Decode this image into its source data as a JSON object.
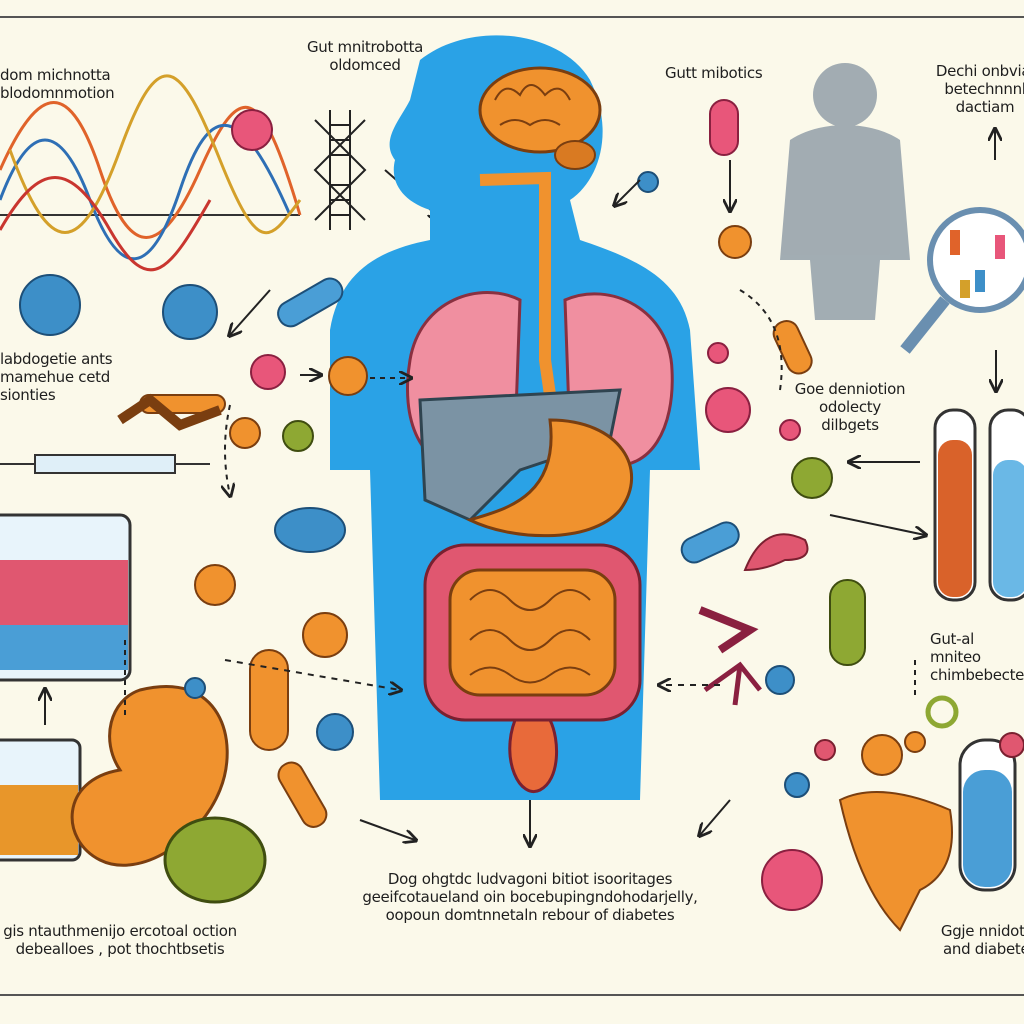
{
  "labels": {
    "top_left": [
      "dom michnotta",
      "blodomnmotion"
    ],
    "top_center": [
      "Gut mnitrobotta",
      "oldomced"
    ],
    "top_right_center": [
      "Gutt mibotics"
    ],
    "top_right": [
      "Dechi onbvial",
      "betechnnnl",
      "dactiam"
    ],
    "mid_left": [
      "labdogetie ants",
      "mamehue cetd",
      "sionties"
    ],
    "mid_right": [
      "Goe denniotion",
      "odolecty",
      "dilbgets"
    ],
    "right_middle": [
      "Gut-al mniteo",
      "chimbebecte"
    ],
    "bottom_left": [
      "gis ntauthmenijo ercotoal oction",
      "debealloes , pot thochtbsetis"
    ],
    "bottom_center": [
      "Dog ohgtdc ludvagoni bitiot isooritages",
      "geeifcotaueland oin bocebupingndohodarjelly,",
      "oopoun domtnnetaln rebour of diabetes"
    ],
    "bottom_right": [
      "Ggje nnidotot",
      "and diabetes"
    ]
  },
  "colors": {
    "background": "#fbf9ea",
    "body": "#2aa2e6",
    "organ_orange": "#f0922e",
    "lung_pink": "#f08fa0",
    "liver_gray": "#7b93a4",
    "intestine_red": "#e05770",
    "microbe_blue": "#3d8fc8",
    "microbe_pink": "#e8567a",
    "microbe_green": "#8ea833"
  }
}
